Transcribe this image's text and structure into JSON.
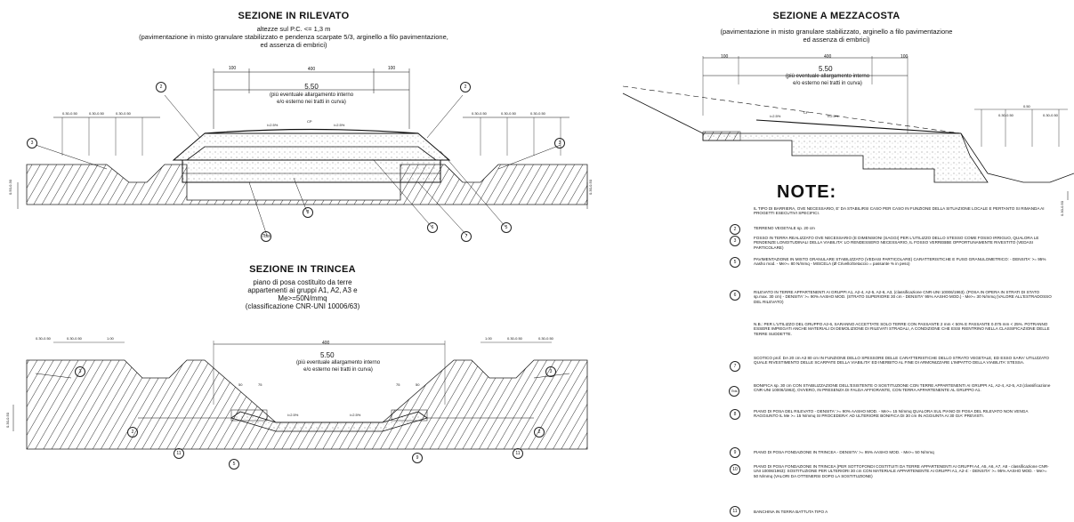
{
  "sections": {
    "rilevato": {
      "title": "SEZIONE IN RILEVATO",
      "subtitle1": "altezze sul P.C. <= 1,3 m",
      "subtitle2": "(pavimentazione in misto granulare stabilizzato e pendenza scarpate 5/3, arginello a filo pavimentazione,",
      "subtitle3": "ed assenza di embrici)",
      "dim_total": "400",
      "dim_side_left": "100",
      "dim_side_right": "100",
      "width": "5.50",
      "note1": "(più eventuale allargamento interno",
      "note2": "e/o esterno nei tratti in curva)",
      "slope_left": "i=2.5%",
      "slope_right": "i=2.5%",
      "cp": "CP",
      "dims_left": [
        "0.30-0.50",
        "0.30-0.50",
        "0.30-0.50"
      ],
      "dims_right": [
        "0.30-0.50",
        "0.30-0.50",
        "0.30-0.50"
      ],
      "vertical_left": "0.50-0.30",
      "vertical_right": "0.30-0.50",
      "callouts": [
        "2",
        "2",
        "3",
        "3",
        "8",
        "6",
        "7",
        "5",
        "7bis"
      ]
    },
    "mezzacosta": {
      "title": "SEZIONE A MEZZACOSTA",
      "subtitle1": "(pavimentazione in misto granulare stabilizzato, arginello a filo pavimentazione",
      "subtitle2": "ed assenza di embrici)",
      "dim_total": "400",
      "dim_side_left": "100",
      "dim_side_right": "100",
      "width": "5.50",
      "note1": "(più eventuale allargamento interno",
      "note2": "e/o esterno nei tratti in curva)",
      "slope_left": "i=2.5%",
      "slope_right": "i=2.5%",
      "cp": "CP",
      "dims_right": [
        "0.30-0.50",
        "0.50",
        "0.30-0.50"
      ],
      "vertical_right": "0.30-0.50"
    },
    "trincea": {
      "title": "SEZIONE IN TRINCEA",
      "subtitle1": "piano di posa costituito da terre",
      "subtitle2": "appartenenti ai gruppi A1, A2, A3 e",
      "subtitle3": "Me>=50N/mmq",
      "subtitle4": "(classificazione CNR-UNI 10006/63)",
      "dim_total": "400",
      "width": "5.50",
      "note1": "(più eventuale allargamento interno",
      "note2": "e/o esterno nei tratti in curva)",
      "slope_left": "i=2.5%",
      "slope_right": "i=2.5%",
      "dims_left": [
        "0.30-0.50",
        "0.30-0.50",
        "1.00"
      ],
      "dims_right": [
        "1.00",
        "0.30-0.50",
        "0.30-0.50"
      ],
      "small_dims": [
        "50",
        "75",
        "75",
        "50"
      ],
      "vertical_left": "0.30-0.50",
      "callouts": [
        "3",
        "3",
        "2",
        "2",
        "11",
        "11",
        "5",
        "9"
      ]
    }
  },
  "notes": {
    "title": "NOTE:",
    "intro": "IL TIPO DI BARRIERA, OVE NECESSARIO, E' DA STABILIRSI CASO PER CASO IN FUNZIONE DELLA SITUAZIONE LOCALE E PERTANTO SI RIMANDA AI PROGETTI ESECUTIVI SPECIFICI.",
    "items": [
      {
        "num": "2",
        "text": "TERRENO VEGETALE sp. 20 cm"
      },
      {
        "num": "3",
        "text": "FOSSO IN TERRA REALIZZATO OVE NECESSARIO (E DIMENSIONI (SAGGI) PER L'UTILIZZO DELLO STESSO COME FOSSO IRRIGUO, QUALORA LE PENDENZE LONGITUDINALI DELLA VIABILITA' LO RENDESSERO NECESSARIO, IL FOSSO VERREBBE OPPORTUNAMENTE RIVESTITO (VEDASI PARTICOLARE)"
      },
      {
        "num": "5",
        "text": "PAVIMENTAZIONE IN MISTO GRANULARE STABILIZZATO (VEDASI PARTICOLARE) CARATTERISTICHE E FUSO GRANULOMETRICO: - DENSITA' >= 95% Aasho mod. - Me>= 80 N/mmq - MISCELA (Ø Crivello/Setaccio = passante % in peso)"
      },
      {
        "num": "6",
        "text": "RILEVATO IN TERRE APPARTENENTI AI GRUPPI A1, A2-4, A2-5, A2-6, A3, (classificazione CNR-UNI 10006/1963). (POSA IN OPERA IN STRATI DI STATO sp.max. 30 cm) - DENSITA' >= 90% AASHO MOD. (STRATO SUPERIORE 30 cm - DENSITA' 95% AASHO MOD.) - Me>= 30 N/mmq (VALORE ALL'ESTRADOSSO DEL RILEVATO)"
      },
      {
        "num": "",
        "text": "N.B.: PER L'UTILIZZO DEL GRUPPO A2-6, SARANNO ACCETTATE SOLO TERRE CON PASSANTE 2 mm < 50% E PASSANTE 0.075 mm < 25%. POTRANNO ESSERE IMPIEGATI ANCHE MATERIALI DI DEMOLIZIONE DI RILEVATI STRADALI, A CONDIZIONE CHE ESSI RIENTRINO NELLA CLASSIFICAZIONE DELLE TERRE SUDDETTE."
      },
      {
        "num": "7",
        "text": "SCOTICO prof. DA 20 cm A3 80 cm IN FUNZIONE DELLO SPESSORE DELLE CARATTERISTICHE DELLO STRATO VEGETALE, ED ESSO SARA' UTILIZZATO QUALE RIVESTIMENTO DELLE SCARPATE DELLA VIABILITA' ED INERBITO AL FINE DI ARMONIZZARE L'IMPATTO DELLA VIABILITA' STESSA."
      },
      {
        "num": "7bis",
        "text": "BONIFICA sp. 30 cm CON STABILIZZAZIONE DELL'ESISTENTE O SOSTITUZIONE CON TERRE APPARTENENTI AI GRUPPI A1, A2-4, A2-5, A3 (classificazione CNR-UNI 10006/1963), OVVERO, IN PRESENZA DI FALDA AFFIORANTE, CON TERRA APPARTENENTE AL GRUPPO A1."
      },
      {
        "num": "8",
        "text": "PIANO DI POSA DEL RILEVATO - DENSITA' >= 90% AASHO MOD. - Me>= 15 N/mmq QUALORA SUL PIANO DI POSA DEL RILEVATO NON VENGA RAGGIUNTO IL Me >= 15 N/mmq SI PROCEDERA' AD ULTERIORE BONIFICA DI 30 cm IN AGGIUNTA AI 30 GIA' PREVISTI."
      },
      {
        "num": "9",
        "text": "PIANO DI POSA FONDAZIONE IN TRINCEA - DENSITA' >= 95% AASHO MOD. - Me>= 50 N/mmq"
      },
      {
        "num": "10",
        "text": "PIANO DI POSA FONDAZIONE IN TRINCEA (PER SOTTOFONDI COSTITUITI DA TERRE APPARTENENTI AI GRUPPI A4, A5, A6, A7, A8 - classificazione CNR-UNI 10006/1963): SOSTITUZIONE PER ULTERIORI 30 cm CON MATERIALE APPARTENENTE AI GRUPPI A1, A2-4: - DENSITA' >= 95% AASHO MOD. - Me>= 50 N/mmq (VALORI DA OTTENERSI DOPO LA SOSTITUZIONE)"
      },
      {
        "num": "11",
        "text": "BANCHINA IN TERRA BATTUTA TIPO A"
      }
    ]
  }
}
